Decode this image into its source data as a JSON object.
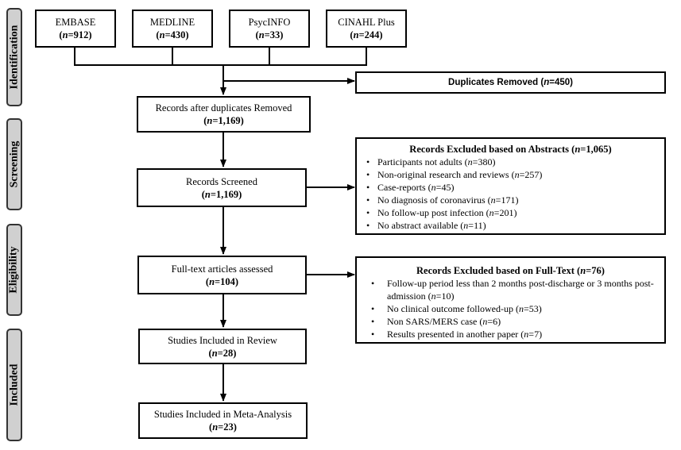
{
  "phases": {
    "identification": "Identification",
    "screening": "Screening",
    "eligibility": "Eligibility",
    "included": "Included"
  },
  "sources": [
    {
      "name": "EMBASE",
      "count": "912"
    },
    {
      "name": "MEDLINE",
      "count": "430"
    },
    {
      "name": "PsycINFO",
      "count": "33"
    },
    {
      "name": "CINAHL Plus",
      "count": "244"
    }
  ],
  "duplicates": {
    "label": "Duplicates Removed",
    "count": "450"
  },
  "after_duplicates": {
    "label": "Records after duplicates Removed",
    "count": "1,169"
  },
  "screened": {
    "label": "Records Screened",
    "count": "1,169"
  },
  "abstract_exclusion": {
    "title": "Records Excluded based on Abstracts",
    "count": "1,065",
    "items": [
      {
        "text": "Participants not adults",
        "count": "380"
      },
      {
        "text": "Non-original research and reviews",
        "count": "257"
      },
      {
        "text": "Case-reports",
        "count": "45"
      },
      {
        "text": "No diagnosis of coronavirus",
        "count": "171"
      },
      {
        "text": "No follow-up post infection",
        "count": "201"
      },
      {
        "text": "No abstract available",
        "count": "11"
      }
    ]
  },
  "fulltext_assessed": {
    "label": "Full-text articles assessed",
    "count": "104"
  },
  "fulltext_exclusion": {
    "title": "Records Excluded based on Full-Text",
    "count": "76",
    "items": [
      {
        "text": "Follow-up period less than 2 months post-discharge or 3 months post-admission",
        "count": "10"
      },
      {
        "text": "No clinical outcome followed-up",
        "count": "53"
      },
      {
        "text": "Non SARS/MERS case",
        "count": "6"
      },
      {
        "text": "Results presented in another paper",
        "count": "7"
      }
    ]
  },
  "review": {
    "label": "Studies Included in Review",
    "count": "28"
  },
  "meta": {
    "label": "Studies Included in Meta-Analysis",
    "count": "23"
  },
  "symbols": {
    "n": "n",
    "eq": "="
  }
}
